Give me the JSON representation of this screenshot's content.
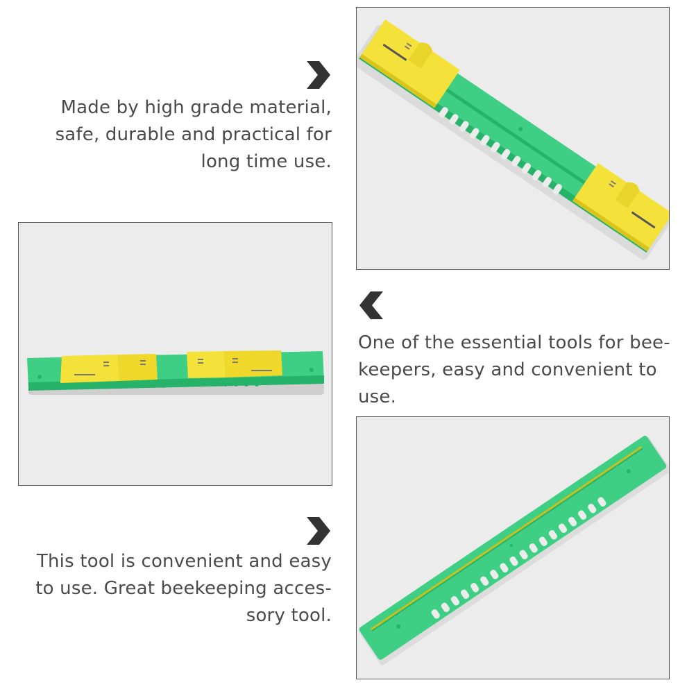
{
  "captions": [
    {
      "text": "Made by high grade material,\nsafe, durable and practical for\nlong time use."
    },
    {
      "text": "One of the essential tools for bee-\nkeepers, easy and convenient to\nuse."
    },
    {
      "text": "This tool is convenient and easy\nto use. Great beekeeping acces-\nsory tool."
    }
  ],
  "icons": {
    "next": "chevron-right-icon",
    "prev": "chevron-left-icon"
  },
  "colors": {
    "green": "#3ecf84",
    "green_dark": "#27b26a",
    "yellow": "#f4e23a",
    "yellow_dark": "#d9c41e",
    "panel_bg": "#ececec",
    "text": "#4a4a4a",
    "chevron": "#333333"
  }
}
